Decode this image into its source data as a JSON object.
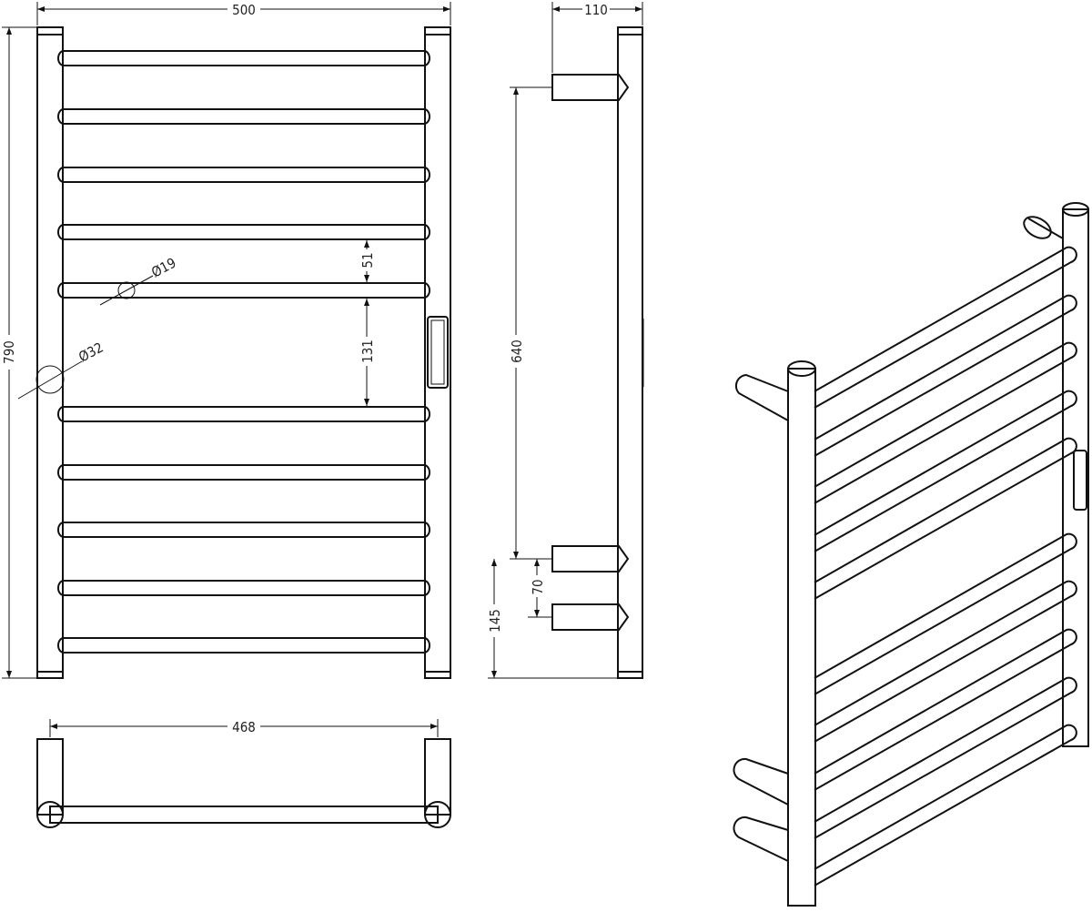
{
  "dimensions": {
    "width_total": "500",
    "depth": "110",
    "height_total": "790",
    "bracket_spacing": "640",
    "bar_gap_small": "51",
    "bar_gap_large": "131",
    "bar_diameter": "Ø19",
    "post_diameter": "Ø32",
    "lower_bracket_gap": "70",
    "bottom_to_bracket": "145",
    "bar_length": "468"
  }
}
